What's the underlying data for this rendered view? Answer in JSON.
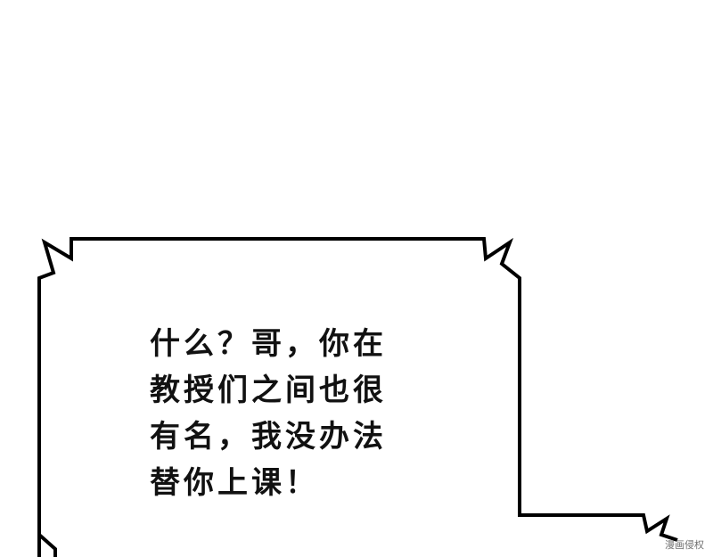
{
  "speech_bubble": {
    "lines": [
      "什么？哥，你在",
      "教授们之间也很",
      "有名，我没办法",
      "替你上课！"
    ]
  },
  "watermark": {
    "text": "漫画侵权"
  },
  "colors": {
    "background": "#ffffff",
    "outline": "#000000",
    "text": "#111111"
  }
}
